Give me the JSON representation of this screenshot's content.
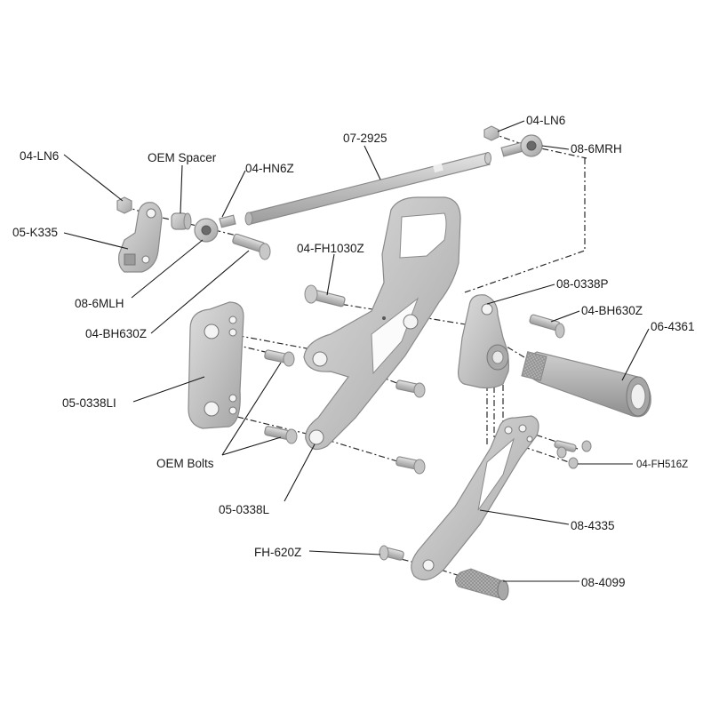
{
  "diagram": {
    "colors": {
      "part_light": "#c9c9c9",
      "part_mid": "#b3b3b3",
      "part_dark": "#9a9a9a",
      "line": "#1a1a1a"
    },
    "labels": {
      "04_LN6_left": "04-LN6",
      "oem_spacer": "OEM Spacer",
      "04_HN6Z": "04-HN6Z",
      "07_2925": "07-2925",
      "04_LN6_right": "04-LN6",
      "08_6MRH": "08-6MRH",
      "05_K335": "05-K335",
      "08_6MLH": "08-6MLH",
      "04_BH630Z_left": "04-BH630Z",
      "04_FH1030Z": "04-FH1030Z",
      "08_0338P": "08-0338P",
      "04_BH630Z_right": "04-BH630Z",
      "06_4361": "06-4361",
      "05_0338LI": "05-0338LI",
      "oem_bolts": "OEM Bolts",
      "04_FH516Z": "04-FH516Z",
      "05_0338L": "05-0338L",
      "08_4335": "08-4335",
      "fh_620Z": "FH-620Z",
      "08_4099": "08-4099"
    }
  }
}
